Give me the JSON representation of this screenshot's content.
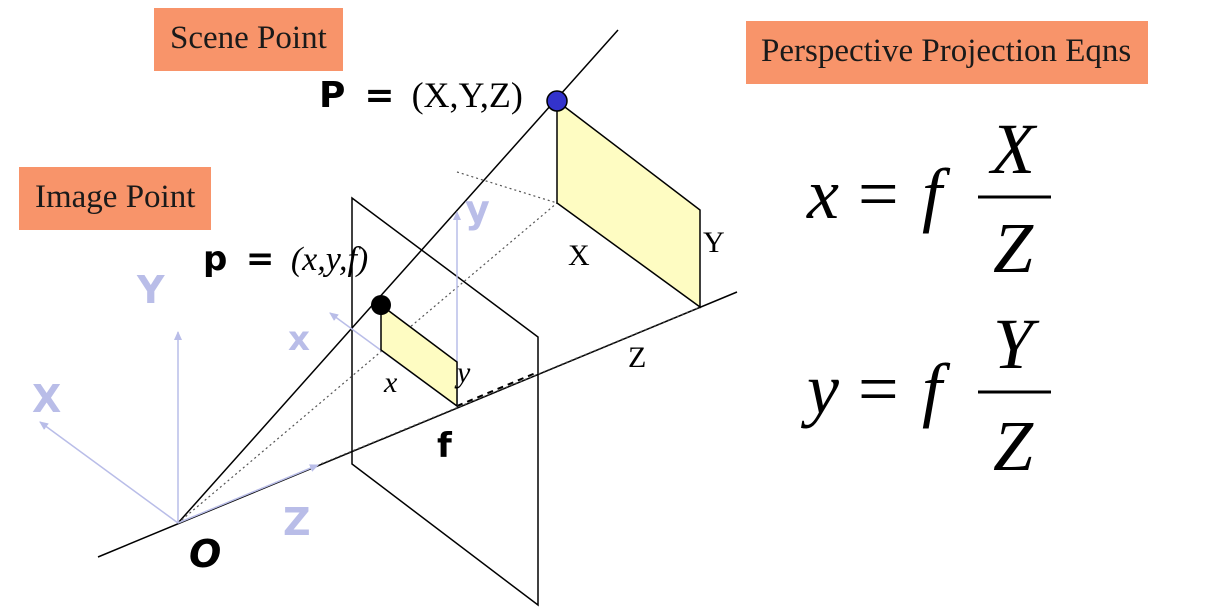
{
  "labels": {
    "scene_point": "Scene Point",
    "image_point": "Image Point",
    "equations_title": "Perspective Projection Eqns"
  },
  "scene_point_eq": {
    "symbol": "P",
    "equals": "=",
    "coords": "(X,Y,Z)"
  },
  "image_point_eq": {
    "symbol": "p",
    "equals": "=",
    "coords": "(x,y,f)"
  },
  "scene_axes": {
    "x": "X",
    "y": "Y",
    "z": "Z"
  },
  "image_axes": {
    "x": "x",
    "y": "y"
  },
  "focal_label": "f",
  "origin_label": "O",
  "camera_axes": {
    "x": "x",
    "y": "y",
    "X": "X",
    "Y": "Y",
    "Z": "Z"
  },
  "equations": {
    "x": {
      "lhs": "x",
      "eq": "=",
      "f": "f",
      "num": "X",
      "den": "Z"
    },
    "y": {
      "lhs": "y",
      "eq": "=",
      "f": "f",
      "num": "Y",
      "den": "Z"
    }
  },
  "colors": {
    "label_box": "#f8946a",
    "projection_fill": "#fefcc2",
    "camera_axes": "#b9bde8",
    "scene_point_dot": "#3333cc",
    "image_point_dot": "#000000"
  }
}
